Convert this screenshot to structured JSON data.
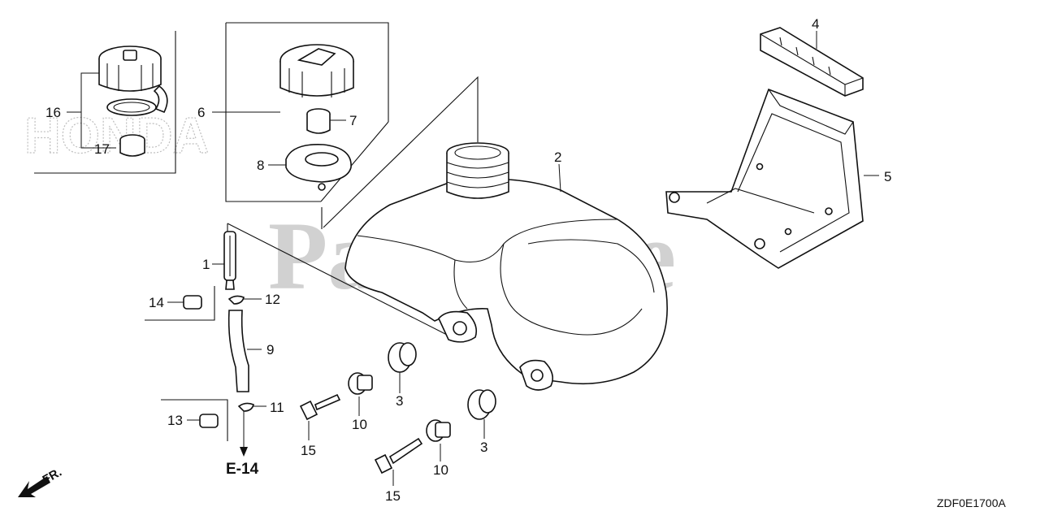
{
  "watermark": "PartsTree",
  "brand_watermark": "HONDA",
  "callouts": {
    "c1": "1",
    "c2": "2",
    "c3a": "3",
    "c3b": "3",
    "c4": "4",
    "c5": "5",
    "c6": "6",
    "c7": "7",
    "c8": "8",
    "c9": "9",
    "c10a": "10",
    "c10b": "10",
    "c11": "11",
    "c12": "12",
    "c13": "13",
    "c14": "14",
    "c15a": "15",
    "c15b": "15",
    "c16": "16",
    "c17": "17"
  },
  "reference": "E-14",
  "front_indicator": "FR.",
  "diagram_code": "ZDF0E1700A"
}
